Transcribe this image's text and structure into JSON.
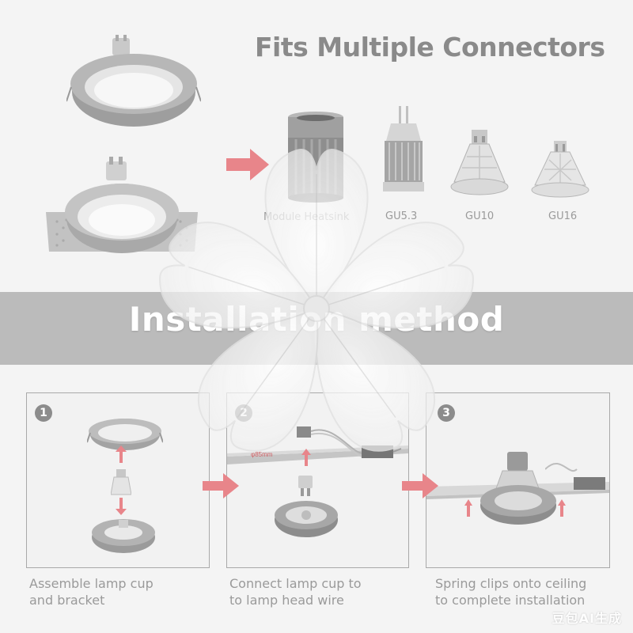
{
  "header": {
    "title": "Fits Multiple Connectors"
  },
  "connectors": {
    "items": [
      {
        "label": "Module Heatsink",
        "icon": "heatsink-module-icon"
      },
      {
        "label": "GU5.3",
        "icon": "gu53-bulb-icon"
      },
      {
        "label": "GU10",
        "icon": "gu10-bulb-icon"
      },
      {
        "label": "GU16",
        "icon": "gu16-bulb-icon"
      }
    ]
  },
  "banner": {
    "title": "Installation method"
  },
  "steps": [
    {
      "number": "1",
      "caption_line1": "Assemble lamp cup",
      "caption_line2": "and bracket"
    },
    {
      "number": "2",
      "caption_line1": "Connect lamp cup to",
      "caption_line2": "to lamp head wire",
      "dimension_label": "φ85mm"
    },
    {
      "number": "3",
      "caption_line1": "Spring clips onto ceiling",
      "caption_line2": "to complete installation"
    }
  ],
  "watermark": {
    "text": "豆包AI生成"
  },
  "colors": {
    "arrow_red": "#e8858a",
    "fixture_gray": "#9e9e9e",
    "banner_gray": "#b0b0b0",
    "text_gray": "#9a9a9a"
  }
}
